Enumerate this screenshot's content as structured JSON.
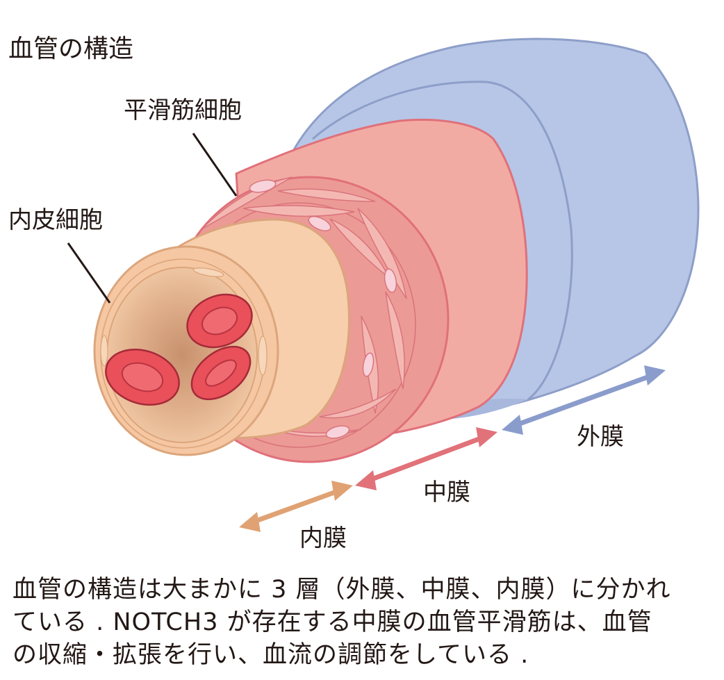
{
  "title": "血管の構造",
  "labels": {
    "smooth_muscle_cell": "平滑筋細胞",
    "endothelial_cell": "内皮細胞",
    "adventitia": "外膜",
    "media": "中膜",
    "intima": "内膜"
  },
  "caption": {
    "line1": "血管の構造は大まかに 3 層（外膜、中膜、内膜）に分かれ",
    "line2": "ている . NOTCH3 が存在する中膜の血管平滑筋は、血管",
    "line3": "の収縮・拡張を行い、血流の調節をしている ."
  },
  "colors": {
    "adventitia": "#b7c6e6",
    "adventitia_edge": "#8d9ec9",
    "media": "#f2aba3",
    "media_edge": "#e0707a",
    "intima": "#f7cfad",
    "intima_edge": "#dca57c",
    "red_blood_cell": "#e9505a",
    "arrow_adventitia": "#8a9ccc",
    "arrow_media": "#e17279",
    "arrow_intima": "#e0a273"
  }
}
